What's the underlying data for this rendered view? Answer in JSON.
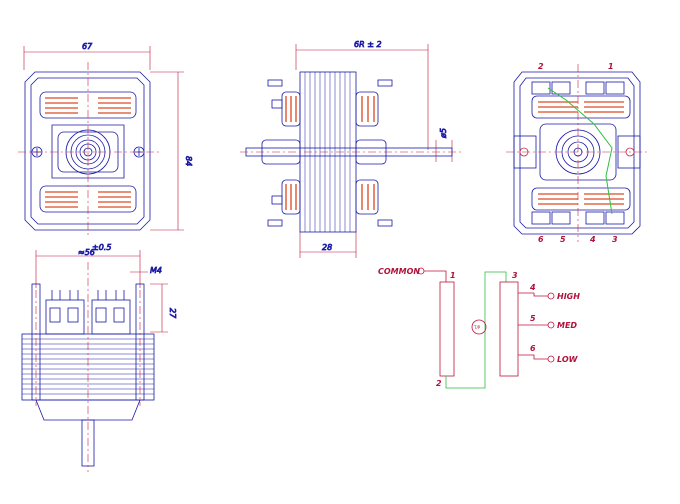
{
  "colors": {
    "outline": "#1a1aa6",
    "dimension": "#c0143c",
    "coil": "#e46a4a",
    "wire": "#2fbf3f",
    "center": "#d02040"
  },
  "front_view": {
    "width_dim": "67",
    "height_dim": "84"
  },
  "side_view": {
    "length_dim": "6R ± 2",
    "shaft_dim": "ø5",
    "stack_dim": "28"
  },
  "rear_view": {
    "terminals": [
      "2",
      "1",
      "6",
      "5",
      "4",
      "3"
    ]
  },
  "bottom_view": {
    "tol_dim": "±0.5",
    "width_dim": "≈56",
    "m_dim": "M4",
    "height_dim": "27"
  },
  "wiring": {
    "common_label": "COMMON",
    "high_label": "HIGH",
    "med_label": "MED",
    "low_label": "LOW",
    "pin_1": "1",
    "pin_2": "2",
    "pin_3": "3",
    "pin_4": "4",
    "pin_5": "5",
    "pin_6": "6",
    "tp_label": "T/P"
  }
}
